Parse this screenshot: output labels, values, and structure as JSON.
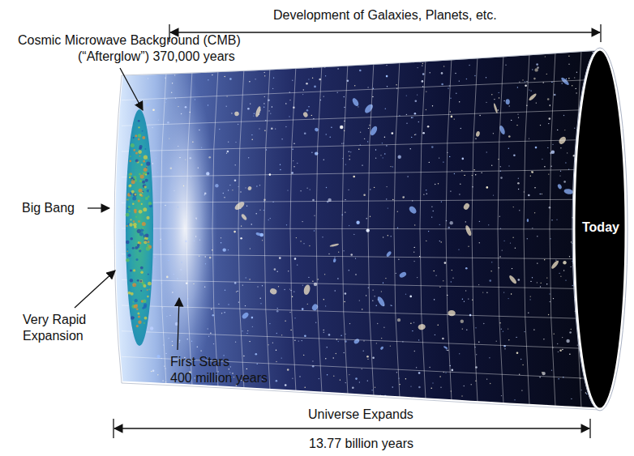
{
  "diagram": {
    "labels": [
      "Development of Galaxies, Planets, etc.",
      "Cosmic Microwave Background (CMB)",
      "(“Afterglow”)  370,000 years",
      "Big Bang",
      "Very Rapid Expansion",
      "First Stars",
      "400 million years",
      "Today",
      "Universe Expands",
      "13.77 billion years"
    ]
  }
}
